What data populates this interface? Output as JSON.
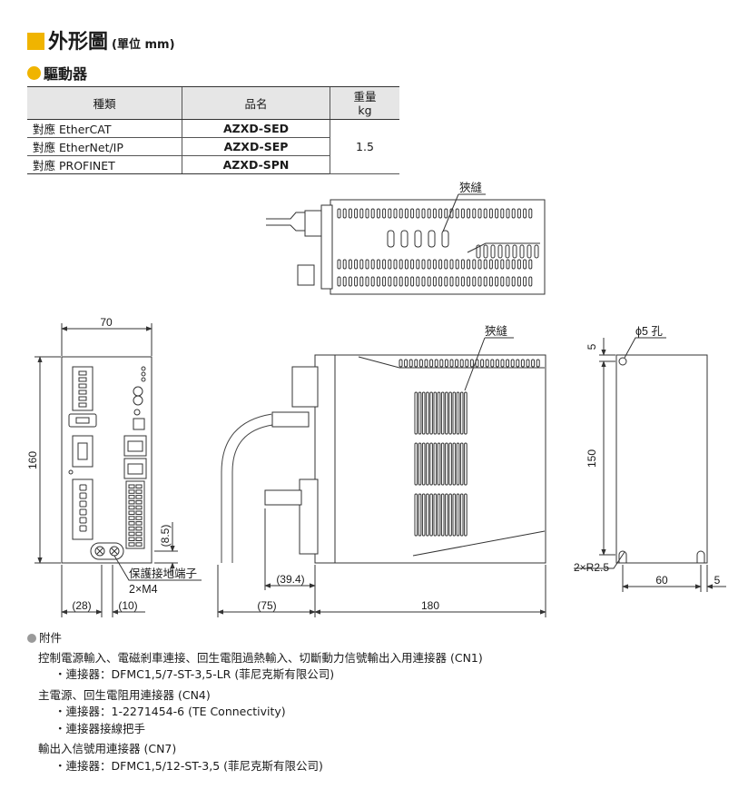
{
  "header": {
    "title": "外形圖",
    "unit": "(單位 mm)"
  },
  "section": {
    "title": "驅動器"
  },
  "table": {
    "headers": {
      "type": "種類",
      "product": "品名",
      "weight_line1": "重量",
      "weight_line2": "kg"
    },
    "rows": [
      {
        "type": "對應 EtherCAT",
        "product": "AZXD-SED"
      },
      {
        "type": "對應 EtherNet/IP",
        "product": "AZXD-SEP"
      },
      {
        "type": "對應 PROFINET",
        "product": "AZXD-SPN"
      }
    ],
    "weight": "1.5"
  },
  "diagram": {
    "top_slit_label": "狹縫",
    "front": {
      "width": "70",
      "height": "160",
      "dim_28": "(28)",
      "dim_10": "(10)",
      "dim_85": "(8.5)",
      "ground_label": "保護接地端子",
      "ground_screw": "2×M4"
    },
    "side": {
      "slit_label": "狹縫",
      "dim_394": "(39.4)",
      "dim_75": "(75)",
      "dim_180": "180"
    },
    "back": {
      "hole_label": "ϕ5 孔",
      "dim_5_top": "5",
      "dim_150": "150",
      "radius": "2×R2.5",
      "dim_60": "60",
      "dim_5_right": "5"
    }
  },
  "accessories": {
    "title": "附件",
    "groups": [
      {
        "title": "控制電源輸入、電磁剎車連接、回生電阻過熱輸入、切斷動力信號輸出入用連接器 (CN1)",
        "items": [
          "・連接器：DFMC1,5/7-ST-3,5-LR (菲尼克斯有限公司)"
        ]
      },
      {
        "title": "主電源、回生電阻用連接器 (CN4)",
        "items": [
          "・連接器：1-2271454-6 (TE Connectivity)",
          "・連接器接線把手"
        ]
      },
      {
        "title": "輸出入信號用連接器 (CN7)",
        "items": [
          "・連接器：DFMC1,5/12-ST-3,5 (菲尼克斯有限公司)"
        ]
      }
    ]
  }
}
